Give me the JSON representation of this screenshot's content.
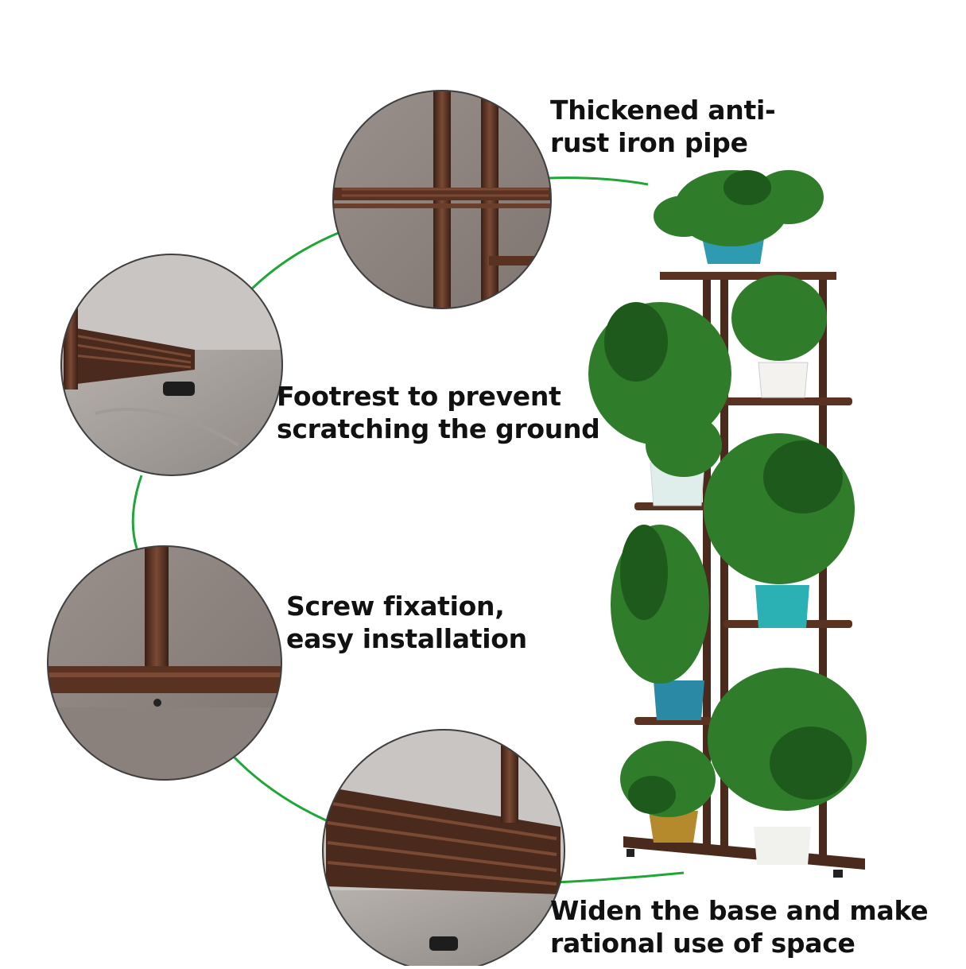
{
  "callouts": [
    {
      "id": "pipe",
      "lines": [
        "Thickened anti-",
        "rust iron pipe"
      ]
    },
    {
      "id": "footrest",
      "lines": [
        "Footrest to prevent",
        "scratching the ground"
      ]
    },
    {
      "id": "screw",
      "lines": [
        "Screw fixation,",
        "easy installation"
      ]
    },
    {
      "id": "base",
      "lines": [
        "Widen the base and make",
        "rational use of space"
      ]
    }
  ],
  "colors": {
    "connector": "#1fa637",
    "iron": "#4a2a1c",
    "iron_light": "#7a4a36",
    "leaf": "#2f7d2a",
    "leaf_dark": "#1e5a1c",
    "wall": "#8f8580"
  }
}
